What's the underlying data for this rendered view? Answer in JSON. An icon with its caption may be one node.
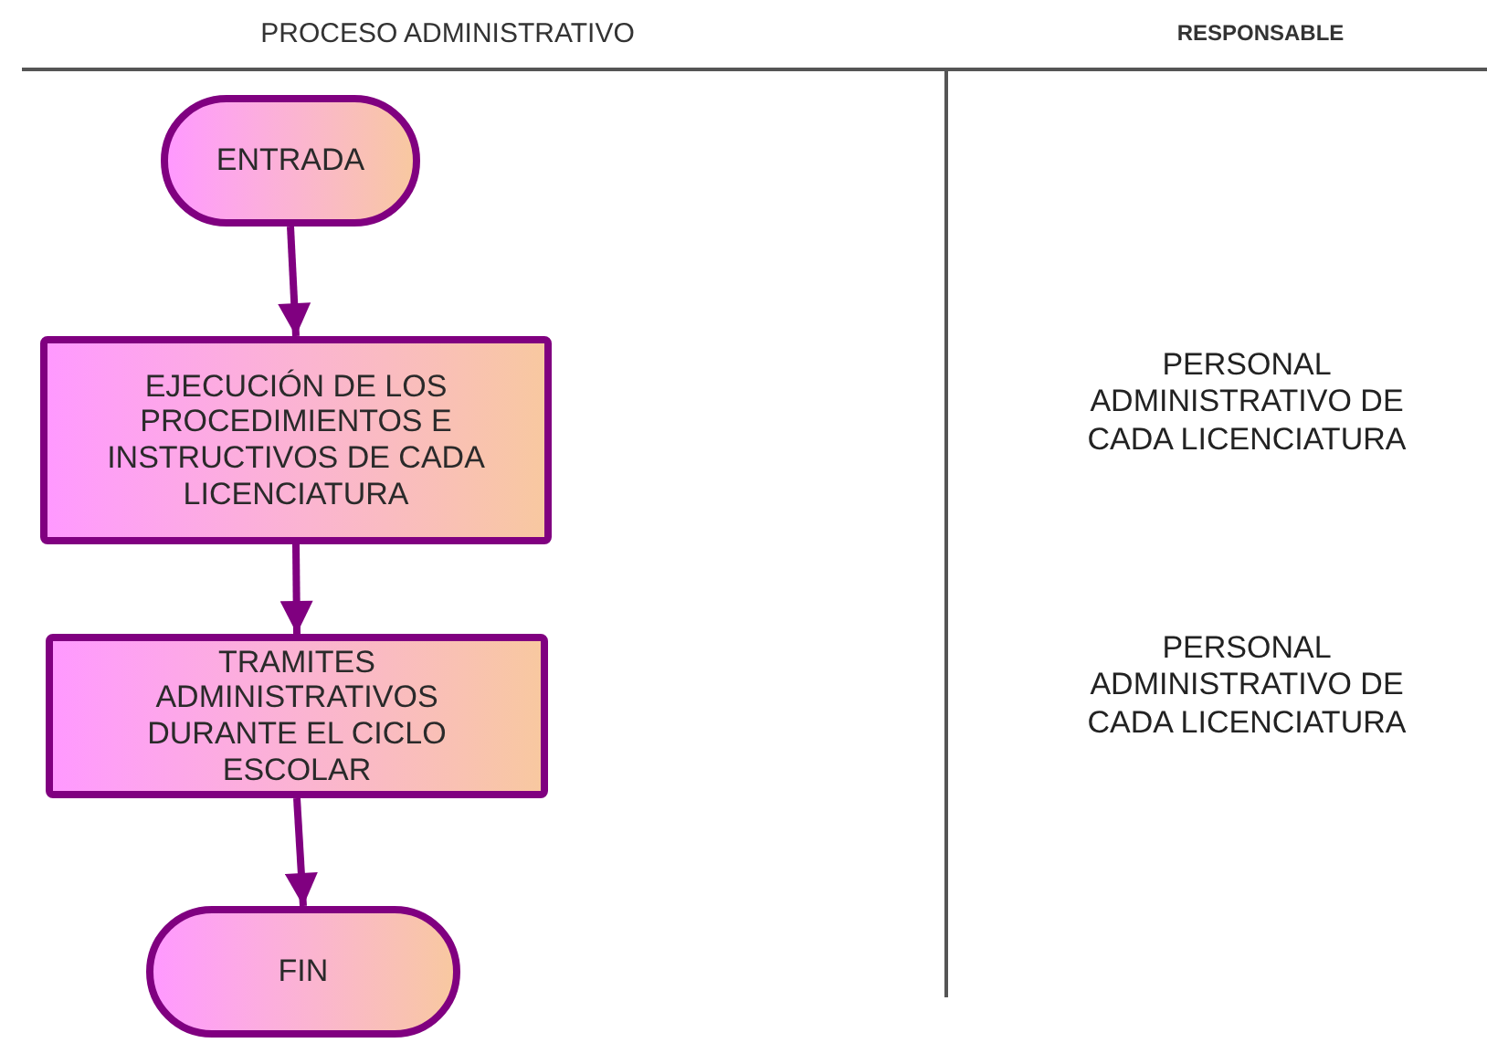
{
  "diagram": {
    "nodes": [
      {
        "text": [
          "ENTRADA"
        ]
      },
      {
        "text": [
          "EJECUCIÓN DE LOS PROCEDIMIENTOS E INSTRUCTIVOS DE CADA LICENCIATURA"
        ]
      },
      {
        "text": [
          "TRAMITES ADMINISTRATIVOS DURANTE EL CICLO ESCOLAR"
        ]
      },
      {
        "text": [
          "FIN"
        ]
      }
    ],
    "edges": [
      {
        "from": 0,
        "to": 1,
        "arrow": "to"
      },
      {
        "from": 1,
        "to": 2,
        "arrow": "to"
      },
      {
        "from": 2,
        "to": 3,
        "arrow": "to"
      }
    ],
    "labels": [
      "PROCESO ADMINISTRATIVO",
      "RESPONSABLE",
      "PERSONAL ADMINISTRATIVO DE CADA LICENCIATURA",
      "PERSONAL ADMINISTRATIVO DE CADA LICENCIATURA"
    ]
  }
}
